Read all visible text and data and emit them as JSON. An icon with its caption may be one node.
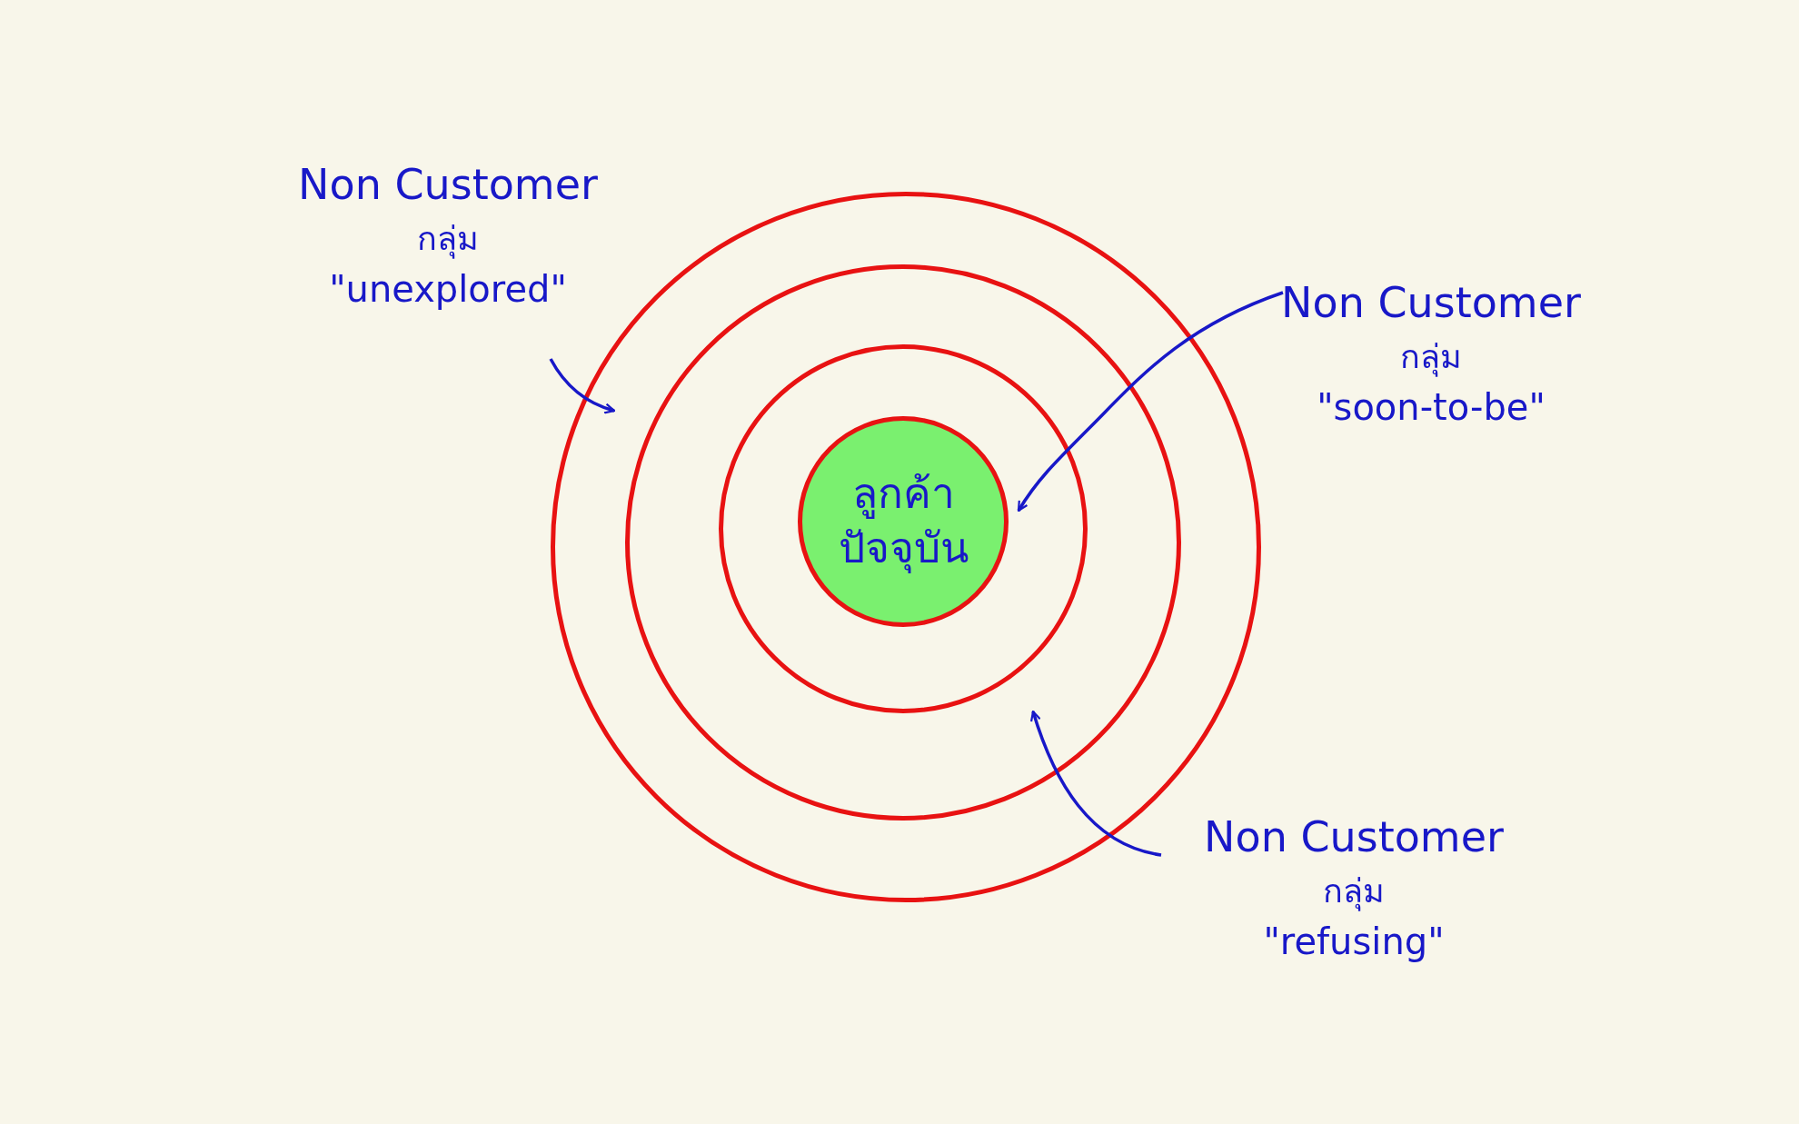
{
  "diagram": {
    "nodes": [
      {
        "text": [],
        "shape": "circle"
      },
      {
        "text": [],
        "shape": "circle",
        "in": 0
      },
      {
        "text": [],
        "shape": "circle",
        "in": 1
      },
      {
        "text": [
          "ลูกค้าปัจจุบัน"
        ],
        "in": 2
      },
      {
        "text": [
          "Non Customer",
          "กลุ่ม",
          "\"unexplored\""
        ]
      },
      {
        "text": [
          "Non Customer",
          "กลุ่ม",
          "\"soon-to-be\""
        ]
      },
      {
        "text": [
          "Non Customer",
          "กลุ่ม",
          "\"refusing\""
        ]
      }
    ],
    "edges": [
      {
        "from": 4,
        "to": 0,
        "arrow": "to"
      },
      {
        "from": 5,
        "to": 2,
        "arrow": "to"
      },
      {
        "from": 6,
        "to": 1,
        "arrow": "to"
      }
    ]
  }
}
